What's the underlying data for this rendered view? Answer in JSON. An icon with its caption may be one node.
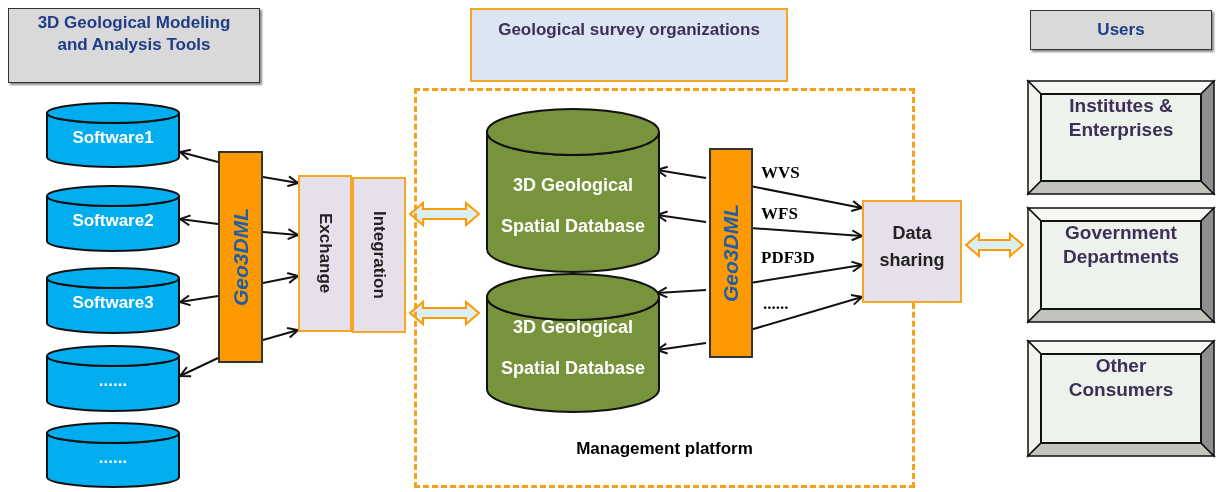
{
  "diagram": {
    "nodes": [
      {
        "text": [
          "3D Geological Modeling and Analysis Tools"
        ]
      },
      {
        "text": [
          "Software1"
        ]
      },
      {
        "text": [
          "Software2"
        ]
      },
      {
        "text": [
          "Software3"
        ]
      },
      {
        "text": [
          "......"
        ]
      },
      {
        "text": [
          "......"
        ]
      },
      {
        "text": [
          "Geo3DML"
        ]
      },
      {
        "text": [
          "Exchange"
        ]
      },
      {
        "text": [
          "Integration"
        ]
      },
      {
        "text": [
          "Management platform"
        ]
      },
      {
        "text": [
          "Geological survey organizations"
        ]
      },
      {
        "text": [
          "3D Geological Spatial Database"
        ],
        "in": 9
      },
      {
        "text": [
          "3D Geological Spatial Database"
        ],
        "in": 9
      },
      {
        "text": [
          "Geo3DML"
        ],
        "in": 9
      },
      {
        "text": [
          "Data sharing"
        ]
      },
      {
        "text": [
          "Users"
        ]
      },
      {
        "text": [
          "Institutes & Enterprises"
        ]
      },
      {
        "text": [
          "Government Departments"
        ]
      },
      {
        "text": [
          "Other Consumers"
        ]
      }
    ],
    "edges": [
      {
        "from": 6,
        "to": 1,
        "arrow": "to"
      },
      {
        "from": 6,
        "to": 2,
        "arrow": "to"
      },
      {
        "from": 6,
        "to": 3,
        "arrow": "to"
      },
      {
        "from": 6,
        "to": 4,
        "arrow": "to"
      },
      {
        "from": 6,
        "to": 7,
        "arrow": "to"
      },
      {
        "from": 6,
        "to": 7,
        "arrow": "to"
      },
      {
        "from": 6,
        "to": 7,
        "arrow": "to"
      },
      {
        "from": 6,
        "to": 7,
        "arrow": "to"
      },
      {
        "from": 8,
        "to": 11,
        "arrow": "both",
        "style": "thick",
        "color": "#ff9900"
      },
      {
        "from": 8,
        "to": 12,
        "arrow": "both",
        "style": "thick",
        "color": "#ff9900"
      },
      {
        "from": 13,
        "to": 11,
        "arrow": "to"
      },
      {
        "from": 13,
        "to": 11,
        "arrow": "to"
      },
      {
        "from": 13,
        "to": 12,
        "arrow": "to"
      },
      {
        "from": 13,
        "to": 12,
        "arrow": "to"
      },
      {
        "from": 13,
        "to": 14,
        "arrow": "to",
        "label": "WVS"
      },
      {
        "from": 13,
        "to": 14,
        "arrow": "to",
        "label": "WFS"
      },
      {
        "from": 13,
        "to": 14,
        "arrow": "to",
        "label": "PDF3D"
      },
      {
        "from": 13,
        "to": 14,
        "arrow": "to",
        "label": "......"
      },
      {
        "from": 14,
        "to": 17,
        "arrow": "both",
        "style": "thick",
        "color": "#ff9900"
      }
    ]
  }
}
